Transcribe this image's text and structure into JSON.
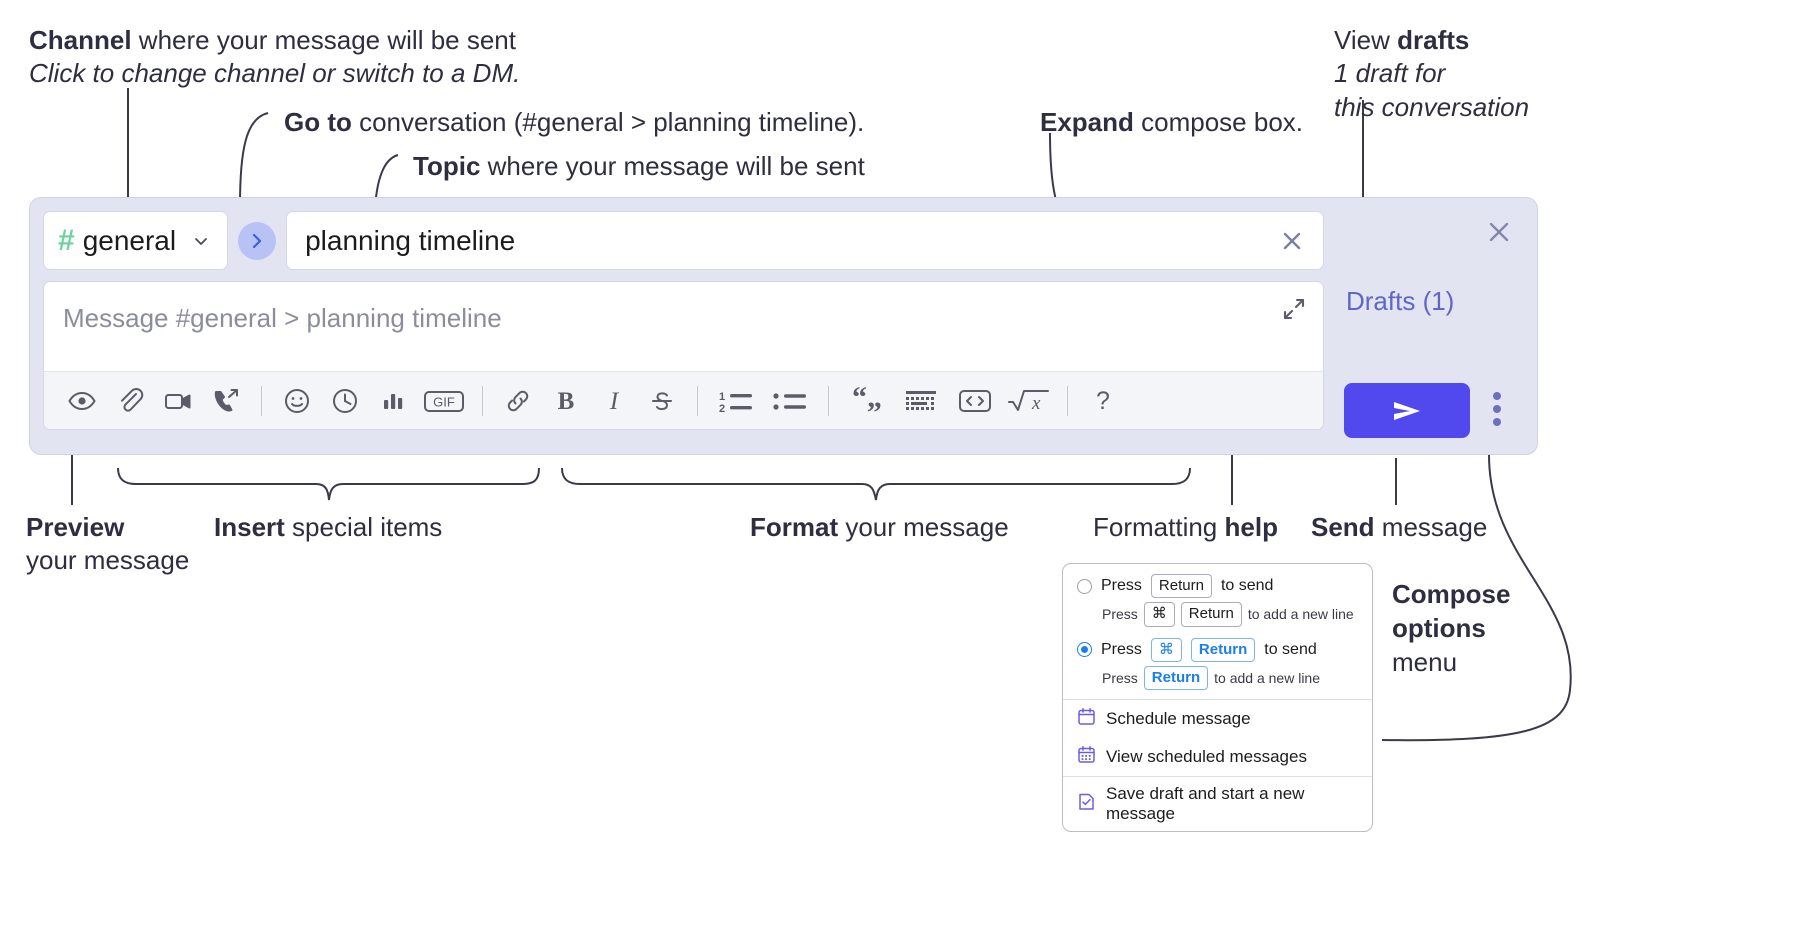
{
  "annotations": {
    "channel": {
      "bold": "Channel",
      "rest": " where your message will be sent",
      "italic": "Click to change channel or switch to a DM."
    },
    "goto": {
      "bold": "Go to",
      "rest": " conversation (#general > planning timeline)."
    },
    "topic": {
      "bold": "Topic",
      "rest": " where your message will be sent"
    },
    "expand": {
      "bold": "Expand",
      "rest": " compose box."
    },
    "drafts": {
      "pre": "View ",
      "bold": "drafts",
      "italic1": "1 draft for",
      "italic2": "this conversation"
    },
    "preview": {
      "bold": "Preview",
      "rest": "your message"
    },
    "insert": {
      "bold": "Insert",
      "rest": " special items"
    },
    "format": {
      "bold": "Format",
      "rest": " your message"
    },
    "help": {
      "pre": "Formatting ",
      "bold": "help"
    },
    "send": {
      "bold": "Send",
      "rest": " message"
    },
    "compose_options": {
      "bold1": "Compose",
      "bold2": "options",
      "rest": "menu"
    }
  },
  "compose": {
    "channel_label": "general",
    "hash_symbol": "#",
    "topic_value": "planning timeline",
    "message_placeholder": "Message #general > planning timeline",
    "drafts_label": "Drafts (1)",
    "toolbar": [
      {
        "name": "preview-icon",
        "title": "Preview"
      },
      {
        "name": "attachment-icon",
        "title": "Attach file"
      },
      {
        "name": "video-icon",
        "title": "Record video"
      },
      {
        "name": "call-forward-icon",
        "title": "Call"
      },
      {
        "name": "divider-1",
        "title": ""
      },
      {
        "name": "emoji-icon",
        "title": "Emoji"
      },
      {
        "name": "clock-icon",
        "title": "Reminder"
      },
      {
        "name": "poll-icon",
        "title": "Poll"
      },
      {
        "name": "gif-icon",
        "title": "GIF"
      },
      {
        "name": "divider-2",
        "title": ""
      },
      {
        "name": "link-icon",
        "title": "Link"
      },
      {
        "name": "bold-icon",
        "title": "Bold"
      },
      {
        "name": "italic-icon",
        "title": "Italic"
      },
      {
        "name": "strikethrough-icon",
        "title": "Strikethrough"
      },
      {
        "name": "divider-3",
        "title": ""
      },
      {
        "name": "ordered-list-icon",
        "title": "Ordered list"
      },
      {
        "name": "bulleted-list-icon",
        "title": "Bulleted list"
      },
      {
        "name": "divider-4",
        "title": ""
      },
      {
        "name": "blockquote-icon",
        "title": "Blockquote"
      },
      {
        "name": "code-block-icon",
        "title": "Code block"
      },
      {
        "name": "inline-code-icon",
        "title": "Code"
      },
      {
        "name": "latex-icon",
        "title": "LaTeX"
      },
      {
        "name": "divider-5",
        "title": ""
      },
      {
        "name": "help-icon",
        "title": "Formatting help"
      }
    ],
    "gif_label": "GIF"
  },
  "popup": {
    "option1": {
      "selected": false,
      "pre": "Press",
      "key": "Return",
      "post": "to send",
      "sub_pre": "Press",
      "sub_key1": "⌘",
      "sub_key2": "Return",
      "sub_post": "to add a new line"
    },
    "option2": {
      "selected": true,
      "pre": "Press",
      "key1": "⌘",
      "key2": "Return",
      "post": "to send",
      "sub_pre": "Press",
      "sub_key": "Return",
      "sub_post": "to add a new line"
    },
    "items": [
      {
        "label": "Schedule message",
        "icon": "calendar-icon"
      },
      {
        "label": "View scheduled messages",
        "icon": "calendar-grid-icon"
      },
      {
        "label": "Save draft and start a new message",
        "icon": "save-draft-icon"
      }
    ]
  },
  "colors": {
    "panel_bg": "#e2e4f1",
    "send_purple": "#5148ee",
    "hash_green": "#6fd1a0",
    "drafts_blue": "#6166c4",
    "goto_blue": "#b8c2f5",
    "accent_blue": "#1b7fe8"
  }
}
